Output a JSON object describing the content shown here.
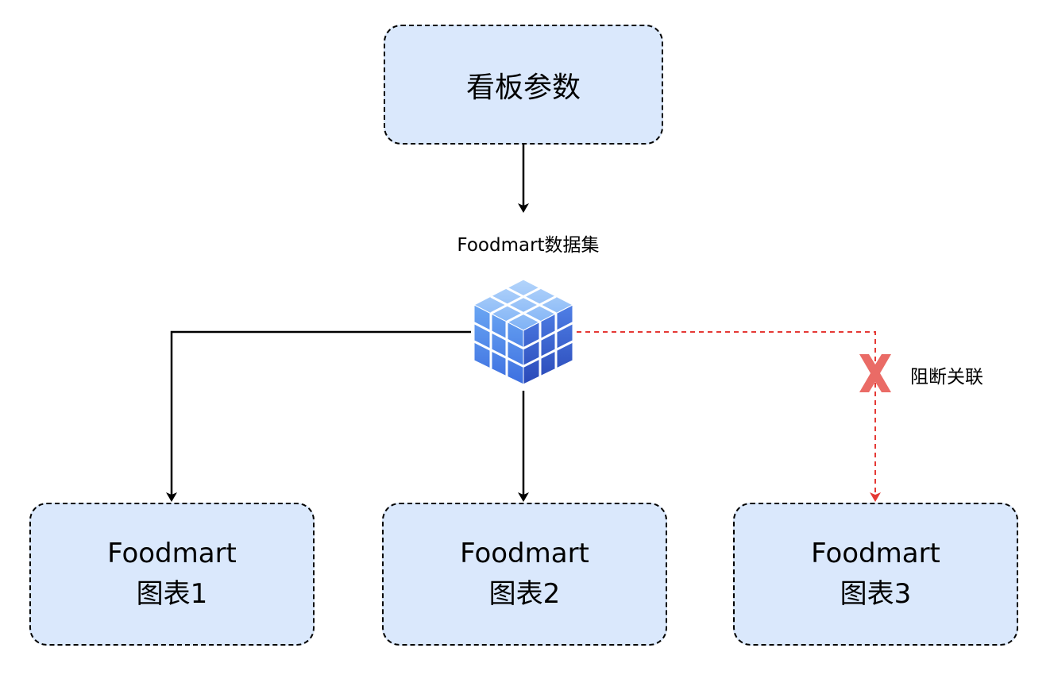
{
  "diagram": {
    "top_node": {
      "label": "看板参数"
    },
    "dataset": {
      "label": "Foodmart数据集",
      "icon": "cube-icon"
    },
    "charts": [
      {
        "line1": "Foodmart",
        "line2": "图表1"
      },
      {
        "line1": "Foodmart",
        "line2": "图表2"
      },
      {
        "line1": "Foodmart",
        "line2": "图表3"
      }
    ],
    "blocked_link": {
      "label": "阻断关联",
      "icon": "x-mark-icon"
    },
    "colors": {
      "node_fill": "#dae8fc",
      "node_border": "#000000",
      "arrow": "#000000",
      "blocked_arrow": "#e53935",
      "x_mark": "#ea6b66"
    }
  }
}
